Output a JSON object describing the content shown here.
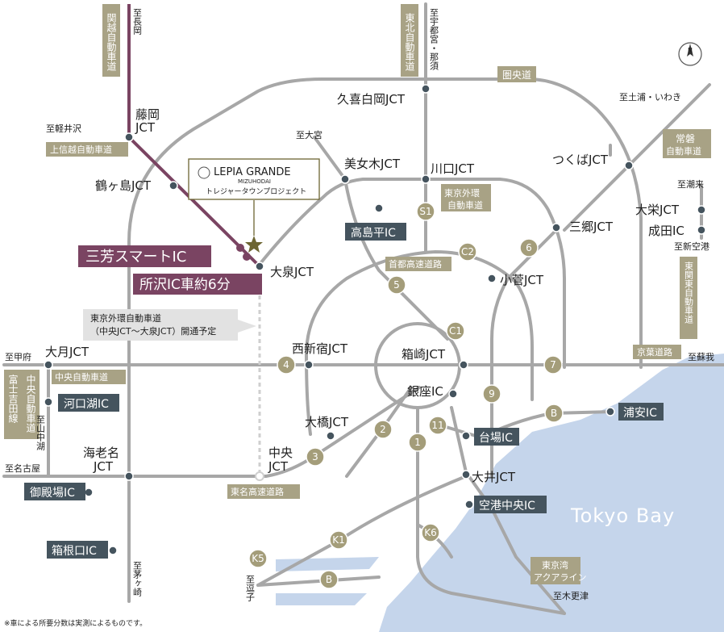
{
  "colors": {
    "road": "#a7a7a7",
    "water": "#c5d5eb",
    "accent": "#7a4462",
    "dark_box": "#45545e",
    "olive_box": "#a8a285",
    "route_circle": "#a49d7a",
    "jct_dot": "#45545e",
    "planned_line": "#cfcfcf"
  },
  "icons": {
    "compass": "compass-north-icon",
    "project_star": "star-icon"
  },
  "compass_letter": "N",
  "project": {
    "brand": "LEPIA GRANDE",
    "sub": "MIZUHODAI",
    "tagline": "トレジャータウンプロジェクト",
    "ic_main": "三芳スマートIC",
    "ic_sub": "所沢IC車約6分"
  },
  "planned_note": {
    "line1": "東京外環自動車道",
    "line2": "（中央JCT〜大泉JCT）開通予定"
  },
  "water_label": "Tokyo Bay",
  "footnote": "※車による所要分数は実測によるものです。",
  "jct_labels": {
    "kuki": "久喜白岡JCT",
    "bijogi": "美女木JCT",
    "kawaguchi": "川口JCT",
    "tsukuba": "つくばJCT",
    "fujioka1": "藤岡",
    "fujioka2": "JCT",
    "tsurugashima": "鶴ヶ島JCT",
    "oizumi": "大泉JCT",
    "misato": "三郷JCT",
    "ooei": "大栄JCT",
    "narita": "成田IC",
    "kosuge": "小菅JCT",
    "nishishinjuku": "西新宿JCT",
    "hakozaki": "箱崎JCT",
    "ginza": "銀座IC",
    "otsuki": "大月JCT",
    "ohashi": "大橋JCT",
    "ebina1": "海老名",
    "ebina2": "JCT",
    "chuo1": "中央",
    "chuo2": "JCT",
    "oi": "大井JCT"
  },
  "dir_labels": {
    "nagaoka": "至長岡",
    "utsunomiya": "至宇都宮・那須",
    "karuizawa": "至軽井沢",
    "omiya": "至大宮",
    "tsuchiura": "至土浦・いわき",
    "itako": "至潮来",
    "shinkuko": "至新空港",
    "kofu": "至甲府",
    "soga": "至蘇我",
    "yamanakako": "至山中湖",
    "nagoya": "至名古屋",
    "chigasaki": "至茅ヶ崎",
    "zushi": "至逗子",
    "kisarazu": "至木更津"
  },
  "olive_boxes": {
    "kanetsu": "関越自動車道",
    "tohoku": "東北自動車道",
    "kenodo": "圏央道",
    "joshinetsu": "上信越自動車道",
    "joban1": "常磐",
    "joban2": "自動車道",
    "gaikan1": "東京外環",
    "gaikan2": "自動車道",
    "shutoko": "首都高速道路",
    "higashikanto": "東関東自動車道",
    "keiyo": "京葉道路",
    "chuo_exp": "中央自動車道",
    "fujiyoshida": "富士吉田線",
    "fujiyoshida2": "中央自動車道",
    "tomei": "東名高速道路",
    "aqua1": "東京湾",
    "aqua2": "アクアライン"
  },
  "dark_boxes": {
    "takashimadaira": "高島平IC",
    "kawaguchiko": "河口湖IC",
    "daiba": "台場IC",
    "urayasu": "浦安IC",
    "gotemba": "御殿場IC",
    "kuko_chuo": "空港中央IC",
    "hakoneguchi": "箱根口IC"
  },
  "route_numbers": {
    "s1": "S1",
    "c2": "C2",
    "c1": "C1",
    "r5": "5",
    "r6": "6",
    "r4": "4",
    "r7": "7",
    "r9": "9",
    "r2": "2",
    "r11": "11",
    "r1": "1",
    "r3": "3",
    "b1": "B",
    "b2": "B",
    "k1": "K1",
    "k6": "K6",
    "k5": "K5"
  }
}
